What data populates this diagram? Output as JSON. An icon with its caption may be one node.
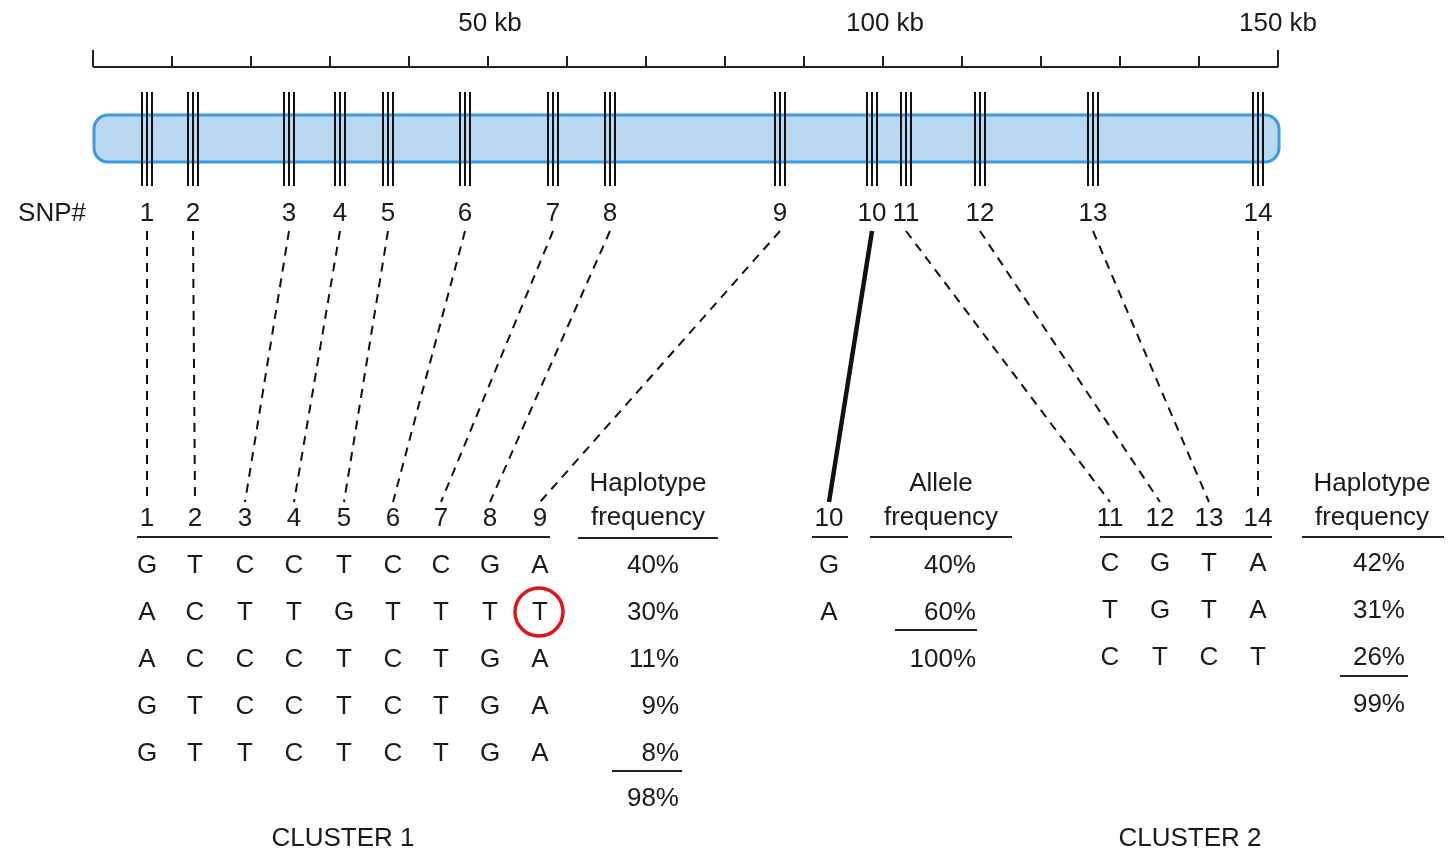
{
  "diagram": {
    "nodes": [
      {
        "text": [
          "1"
        ]
      },
      {
        "text": [
          "2"
        ]
      },
      {
        "text": [
          "3"
        ]
      },
      {
        "text": [
          "4"
        ]
      },
      {
        "text": [
          "5"
        ]
      },
      {
        "text": [
          "6"
        ]
      },
      {
        "text": [
          "7"
        ]
      },
      {
        "text": [
          "8"
        ]
      },
      {
        "text": [
          "9"
        ]
      },
      {
        "text": [
          "10"
        ]
      },
      {
        "text": [
          "11"
        ]
      },
      {
        "text": [
          "12"
        ]
      },
      {
        "text": [
          "13"
        ]
      },
      {
        "text": [
          "14"
        ]
      },
      {
        "text": [
          "1"
        ]
      },
      {
        "text": [
          "2"
        ]
      },
      {
        "text": [
          "3"
        ]
      },
      {
        "text": [
          "4"
        ]
      },
      {
        "text": [
          "5"
        ]
      },
      {
        "text": [
          "6"
        ]
      },
      {
        "text": [
          "7"
        ]
      },
      {
        "text": [
          "8"
        ]
      },
      {
        "text": [
          "9"
        ]
      },
      {
        "text": [
          "10"
        ]
      },
      {
        "text": [
          "11"
        ]
      },
      {
        "text": [
          "12"
        ]
      },
      {
        "text": [
          "13"
        ]
      },
      {
        "text": [
          "14"
        ]
      }
    ],
    "edges": [
      {
        "from": 0,
        "to": 14,
        "arrow": "none",
        "style": "dashed"
      },
      {
        "from": 1,
        "to": 15,
        "arrow": "none",
        "style": "dashed"
      },
      {
        "from": 2,
        "to": 16,
        "arrow": "none",
        "style": "dashed"
      },
      {
        "from": 3,
        "to": 17,
        "arrow": "none",
        "style": "dashed"
      },
      {
        "from": 4,
        "to": 18,
        "arrow": "none",
        "style": "dashed"
      },
      {
        "from": 5,
        "to": 19,
        "arrow": "none",
        "style": "dashed"
      },
      {
        "from": 6,
        "to": 20,
        "arrow": "none",
        "style": "dashed"
      },
      {
        "from": 7,
        "to": 21,
        "arrow": "none",
        "style": "dashed"
      },
      {
        "from": 8,
        "to": 22,
        "arrow": "none",
        "style": "dashed"
      },
      {
        "from": 9,
        "to": 23,
        "arrow": "none",
        "style": "thick"
      },
      {
        "from": 10,
        "to": 24,
        "arrow": "none",
        "style": "dashed"
      },
      {
        "from": 11,
        "to": 25,
        "arrow": "none",
        "style": "dashed"
      },
      {
        "from": 12,
        "to": 26,
        "arrow": "none",
        "style": "dashed"
      },
      {
        "from": 13,
        "to": 27,
        "arrow": "none",
        "style": "dashed"
      }
    ],
    "labels": [
      "50 kb",
      "100 kb",
      "150 kb",
      "SNP#",
      "Haplotype frequency",
      "G",
      "T",
      "C",
      "C",
      "T",
      "C",
      "C",
      "G",
      "A",
      "40%",
      "A",
      "C",
      "T",
      "T",
      "G",
      "T",
      "T",
      "T",
      "T",
      "30%",
      "A",
      "C",
      "C",
      "C",
      "T",
      "C",
      "T",
      "G",
      "A",
      "11%",
      "G",
      "T",
      "C",
      "C",
      "T",
      "C",
      "T",
      "G",
      "A",
      "9%",
      "G",
      "T",
      "T",
      "C",
      "T",
      "C",
      "T",
      "G",
      "A",
      "8%",
      "98%",
      "Allele frequency",
      "G",
      "40%",
      "A",
      "60%",
      "100%",
      "Haplotype frequency",
      "C",
      "G",
      "T",
      "A",
      "42%",
      "T",
      "G",
      "T",
      "A",
      "31%",
      "C",
      "T",
      "C",
      "T",
      "26%",
      "99%",
      "CLUSTER 1",
      "CLUSTER 2"
    ]
  }
}
